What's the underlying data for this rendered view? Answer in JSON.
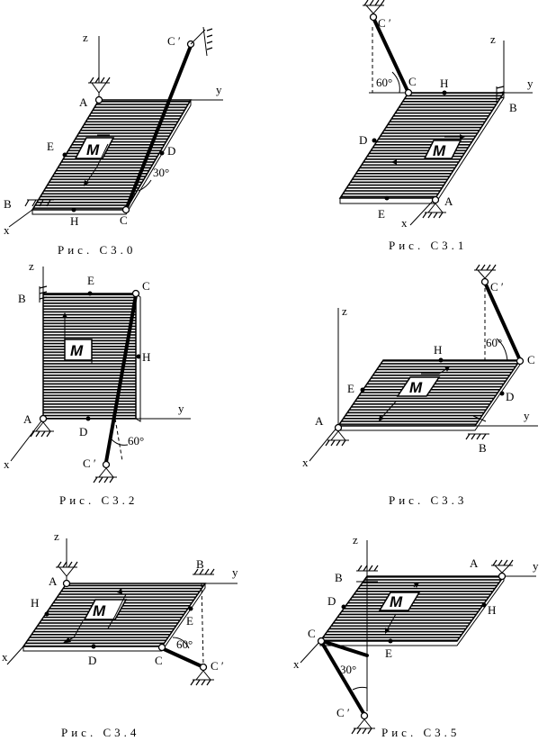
{
  "figures": [
    {
      "caption": "Рис. С3.0",
      "labels": {
        "z": "z",
        "y": "y",
        "x": "x",
        "A": "A",
        "B": "B",
        "C": "C",
        "C1": "C ′",
        "D": "D",
        "E": "E",
        "H": "H",
        "M": "M",
        "angle": "30°"
      }
    },
    {
      "caption": "Рис. С3.1",
      "labels": {
        "z": "z",
        "y": "y",
        "x": "x",
        "A": "A",
        "B": "B",
        "C": "C",
        "C1": "C ′",
        "D": "D",
        "E": "E",
        "H": "H",
        "M": "M",
        "angle": "60°"
      }
    },
    {
      "caption": "Рис. С3.2",
      "labels": {
        "z": "z",
        "y": "y",
        "x": "x",
        "A": "A",
        "B": "B",
        "C": "C",
        "C1": "C ′",
        "D": "D",
        "E": "E",
        "H": "H",
        "M": "M",
        "angle": "60°"
      }
    },
    {
      "caption": "Рис. С3.3",
      "labels": {
        "z": "z",
        "y": "y",
        "x": "x",
        "A": "A",
        "B": "B",
        "C": "C",
        "C1": "C ′",
        "D": "D",
        "E": "E",
        "H": "H",
        "M": "M",
        "angle": "60°"
      }
    },
    {
      "caption": "Рис. С3.4",
      "labels": {
        "z": "z",
        "y": "y",
        "x": "x",
        "A": "A",
        "B": "B",
        "C": "C",
        "C1": "C ′",
        "D": "D",
        "E": "E",
        "H": "H",
        "M": "M",
        "angle": "60°"
      }
    },
    {
      "caption": "Рис. С3.5",
      "labels": {
        "z": "z",
        "y": "y",
        "x": "x",
        "A": "A",
        "B": "B",
        "C": "C",
        "C1": "C ′",
        "D": "D",
        "E": "E",
        "H": "H",
        "M": "M",
        "angle": "30°"
      }
    }
  ]
}
